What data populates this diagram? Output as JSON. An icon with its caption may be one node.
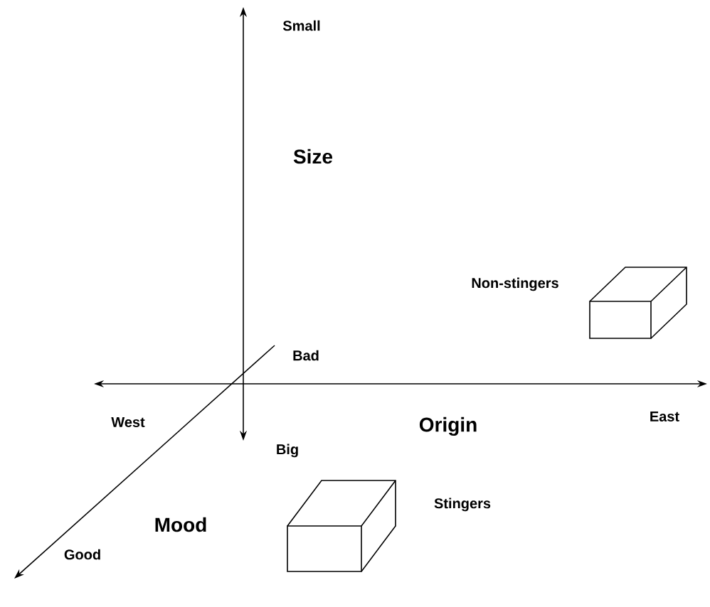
{
  "diagram": {
    "nodes": [
      {
        "text": [],
        "shape": "box",
        "beside": [
          "Non-stingers"
        ]
      },
      {
        "text": [],
        "shape": "box",
        "beside": [
          "Stingers"
        ]
      }
    ],
    "labels": [
      "Small",
      "Size",
      "Bad",
      "West",
      "Origin",
      "East",
      "Big",
      "Mood",
      "Good"
    ]
  }
}
